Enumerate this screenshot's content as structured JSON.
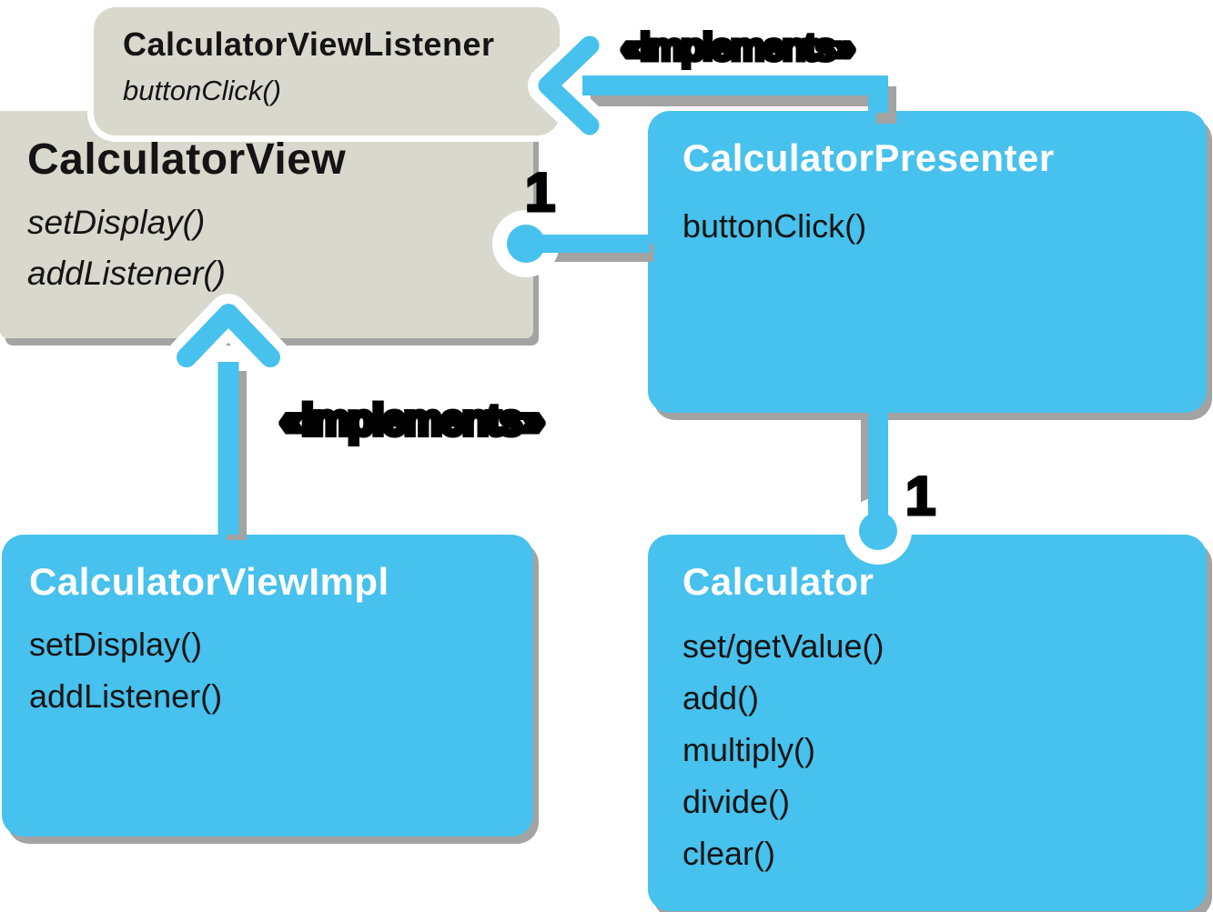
{
  "diagram": {
    "classes": {
      "listener": {
        "name": "CalculatorViewListener",
        "methods": [
          "buttonClick()"
        ]
      },
      "view": {
        "name": "CalculatorView",
        "methods": [
          "setDisplay()",
          "addListener()"
        ]
      },
      "presenter": {
        "name": "CalculatorPresenter",
        "methods": [
          "buttonClick()"
        ]
      },
      "view_impl": {
        "name": "CalculatorViewImpl",
        "methods": [
          "setDisplay()",
          "addListener()"
        ]
      },
      "calculator": {
        "name": "Calculator",
        "methods": [
          "set/getValue()",
          "add()",
          "multiply()",
          "divide()",
          "clear()"
        ]
      }
    },
    "labels": {
      "implements_top": "«implements»",
      "implements_left": "«implements»",
      "multiplicity_view": "1",
      "multiplicity_calculator": "1"
    },
    "colors": {
      "accent_blue": "#47c1ed",
      "interface_gray": "#d8d8cd",
      "shadow_gray": "#a3a3a3",
      "text_dark": "#141414",
      "text_light": "#ffffff"
    }
  }
}
